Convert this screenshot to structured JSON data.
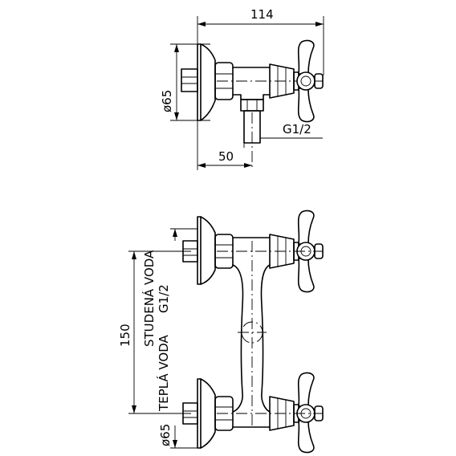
{
  "top_view": {
    "dim_width": "114",
    "dim_diameter": "ø65",
    "dim_offset": "50",
    "thread": "G1/2"
  },
  "front_view": {
    "dim_spacing": "150",
    "dim_diameter": "ø65",
    "label_cold": "STUDENÁ VODA",
    "label_thread": "G1/2",
    "label_hot": "TEPLÁ VODA"
  },
  "colors": {
    "line": "#000000",
    "background": "#ffffff"
  }
}
